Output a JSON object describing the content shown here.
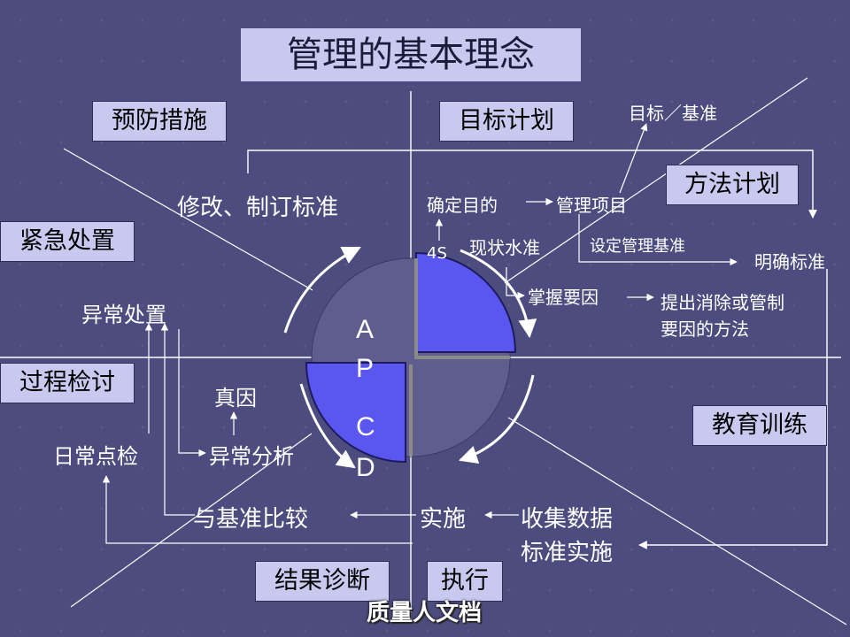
{
  "title": "管理的基本理念",
  "boxes": {
    "prevention": "预防措施",
    "target_plan": "目标计划",
    "method_plan": "方法计划",
    "emergency": "紧急处置",
    "process_review": "过程检讨",
    "education": "教育训练",
    "result_diagnosis": "结果诊断",
    "execute": "执行"
  },
  "labels": {
    "target_standard": "目标／基准",
    "modify_standard": "修改、制订标准",
    "confirm_purpose": "确定目的",
    "management_item": "管理项目",
    "four_s": "4S",
    "current_level": "现状水准",
    "set_standard": "设定管理基准",
    "clear_standard": "明确标准",
    "grasp_factors": "掌握要因",
    "propose_line1": "提出消除或管制",
    "propose_line2": "要因的方法",
    "abnormal_handling": "异常处置",
    "true_cause": "真因",
    "daily_check": "日常点检",
    "abnormal_analysis": "异常分析",
    "compare_standard": "与基准比较",
    "implement": "实施",
    "collect_data": "收集数据",
    "standard_implement": "标准实施"
  },
  "pdca": {
    "a": "A",
    "p": "P",
    "c": "C",
    "d": "D"
  },
  "logo_text": "质量人文档",
  "colors": {
    "background": "#4d4c7e",
    "box_fill": "#c9c9f0",
    "quadrant_highlight": "#5a57f0",
    "quadrant_dim": "#5e5d8e"
  }
}
